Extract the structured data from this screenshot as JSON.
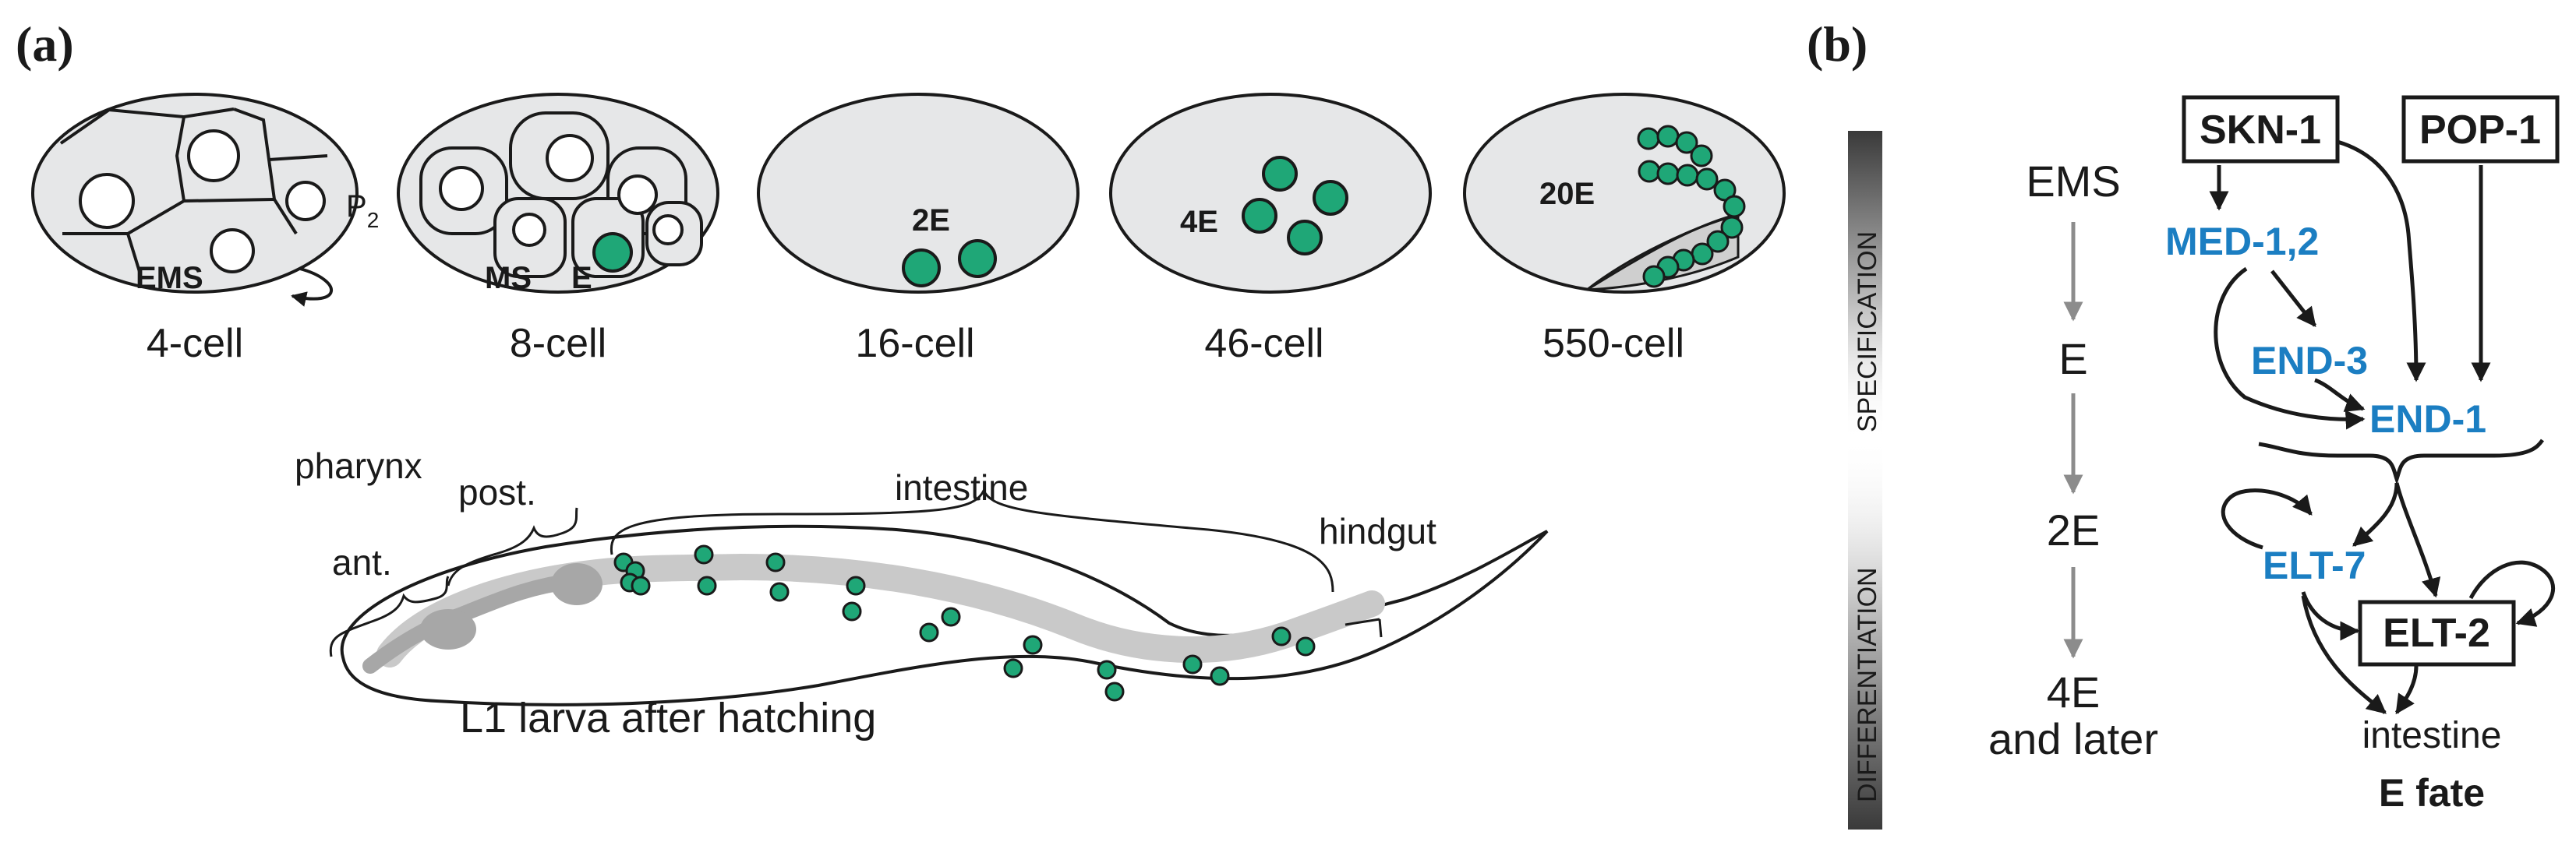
{
  "panel_a": {
    "label": "(a)",
    "stage_labels": [
      "4-cell",
      "8-cell",
      "16-cell",
      "46-cell",
      "550-cell"
    ],
    "cell_labels": {
      "ems": "EMS",
      "p2_base": "P",
      "p2_sub": "2",
      "ms": "MS",
      "e": "E",
      "e2": "2E",
      "e4": "4E",
      "e20": "20E"
    },
    "larva": {
      "pharynx": "pharynx",
      "ant": "ant.",
      "post": "post.",
      "intestine": "intestine",
      "hindgut": "hindgut",
      "caption": "L1 larva after hatching"
    }
  },
  "panel_b": {
    "label": "(b)",
    "bar_top": "SPECIFICATION",
    "bar_bottom": "DIFFERENTIATION",
    "lineage": [
      "EMS",
      "E",
      "2E",
      "4E",
      "and later"
    ],
    "genes": {
      "skn1": "SKN-1",
      "pop1": "POP-1",
      "med": "MED-1,2",
      "end3": "END-3",
      "end1": "END-1",
      "elt7": "ELT-7",
      "elt2": "ELT-2"
    },
    "outcome": {
      "intestine": "intestine",
      "fate": "E fate"
    }
  },
  "colors": {
    "gene_blue": "#1b7ec2",
    "cell_green": "#1fa777",
    "embryo_fill": "#e6e7e8",
    "gut_gray": "#c9c9c9",
    "pharynx_gray": "#a7a7a7",
    "ink": "#1a1a1a"
  }
}
